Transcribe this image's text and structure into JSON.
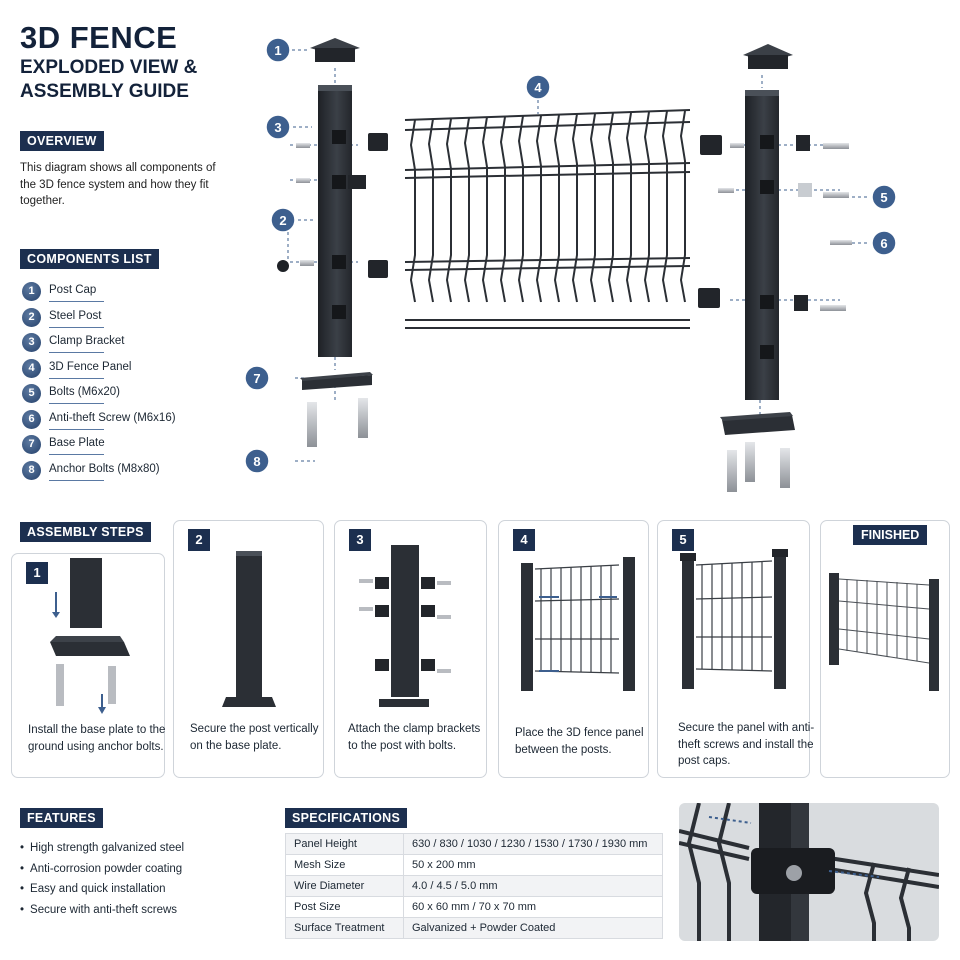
{
  "title": {
    "line1": "3D FENCE",
    "line2": "EXPLODED VIEW &",
    "line3": "ASSEMBLY GUIDE"
  },
  "overview": {
    "heading": "OVERVIEW",
    "text": "This diagram shows all components of the 3D fence system and how they fit together."
  },
  "components": {
    "heading": "COMPONENTS LIST",
    "items": [
      {
        "num": "1",
        "label": "Post Cap"
      },
      {
        "num": "2",
        "label": "Steel Post"
      },
      {
        "num": "3",
        "label": "Clamp Bracket"
      },
      {
        "num": "4",
        "label": "3D Fence Panel"
      },
      {
        "num": "5",
        "label": "Bolts (M6x20)"
      },
      {
        "num": "6",
        "label": "Anti-theft Screw (M6x16)"
      },
      {
        "num": "7",
        "label": "Base Plate"
      },
      {
        "num": "8",
        "label": "Anchor Bolts (M8x80)"
      }
    ]
  },
  "callouts": [
    "1",
    "2",
    "3",
    "4",
    "5",
    "6",
    "7",
    "8"
  ],
  "steps": {
    "heading": "ASSEMBLY STEPS",
    "items": [
      {
        "num": "1",
        "text": "Install the base plate to the ground using anchor bolts."
      },
      {
        "num": "2",
        "text": "Secure the post vertically on the base plate."
      },
      {
        "num": "3",
        "text": "Attach the clamp brackets to the post with bolts."
      },
      {
        "num": "4",
        "text": "Place the 3D fence panel between the posts."
      },
      {
        "num": "5",
        "text": "Secure the panel with anti-theft screws and install the post caps."
      }
    ],
    "finished": "FINISHED"
  },
  "features": {
    "heading": "FEATURES",
    "items": [
      "High strength galvanized steel",
      "Anti-corrosion powder coating",
      "Easy and quick installation",
      "Secure with anti-theft screws"
    ]
  },
  "specifications": {
    "heading": "SPECIFICATIONS",
    "rows": [
      {
        "key": "Panel Height",
        "value": "630 / 830 / 1030 / 1230 / 1530 / 1730 / 1930 mm"
      },
      {
        "key": "Mesh Size",
        "value": "50 x 200 mm"
      },
      {
        "key": "Wire Diameter",
        "value": "4.0 / 4.5 / 5.0 mm"
      },
      {
        "key": "Post Size",
        "value": "60 x 60 mm / 70 x 70 mm"
      },
      {
        "key": "Surface Treatment",
        "value": "Galvanized + Powder Coated"
      }
    ]
  },
  "colors": {
    "navy": "#1c2f4f",
    "callout": "#3d5f8e",
    "metal": "#2b2f35",
    "bolt": "#b9bcc1"
  }
}
